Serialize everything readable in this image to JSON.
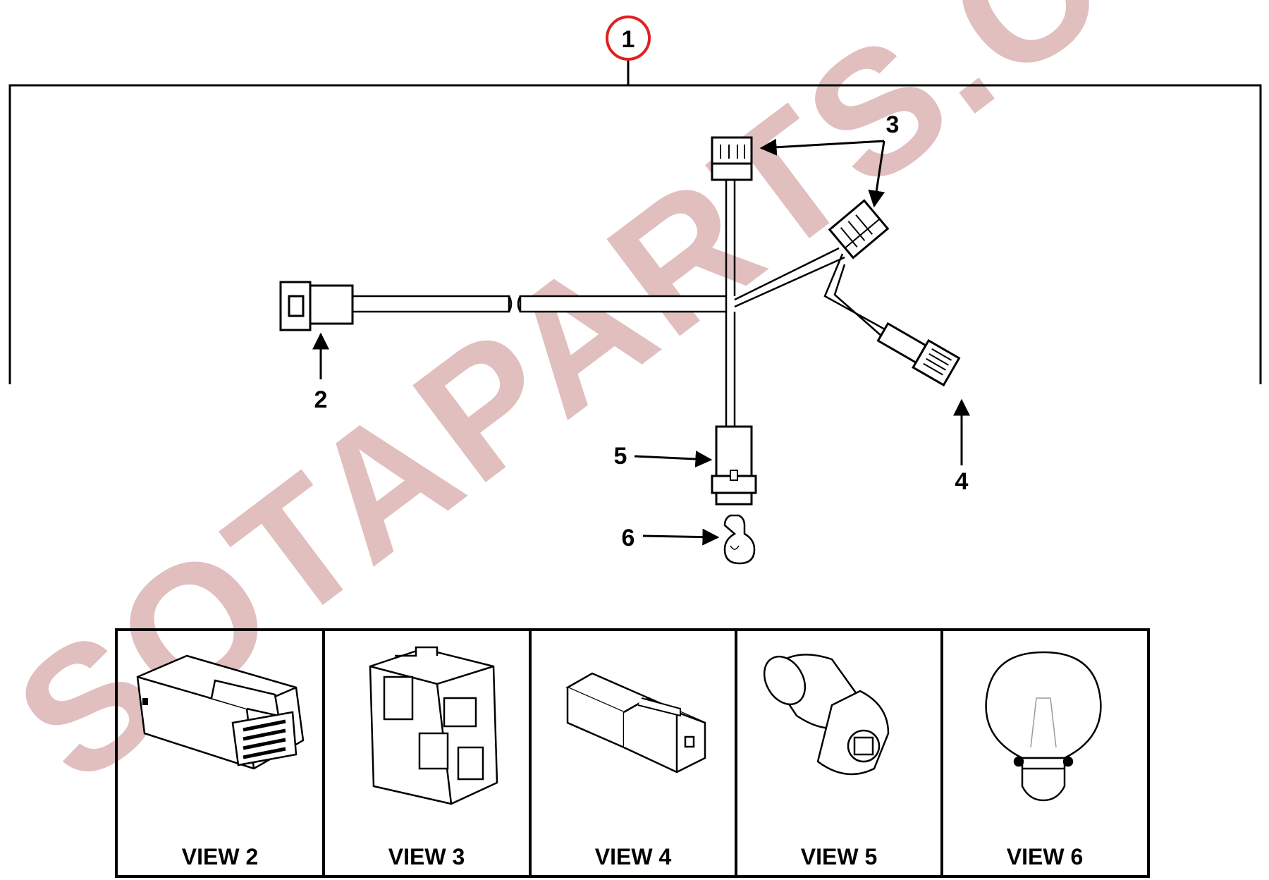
{
  "assembly": {
    "number": "1",
    "circle_color": "#e02020"
  },
  "callouts": {
    "c2": "2",
    "c3": "3",
    "c4": "4",
    "c5": "5",
    "c6": "6"
  },
  "views": [
    {
      "label": "VIEW 2",
      "icon": "harness-connector-icon"
    },
    {
      "label": "VIEW 3",
      "icon": "switch-connector-icon"
    },
    {
      "label": "VIEW 4",
      "icon": "inline-connector-icon"
    },
    {
      "label": "VIEW 5",
      "icon": "bulb-socket-icon"
    },
    {
      "label": "VIEW 6",
      "icon": "bulb-icon"
    }
  ],
  "watermark": {
    "text": "SOTAPARTS.COM",
    "color": "#c98c8c"
  }
}
